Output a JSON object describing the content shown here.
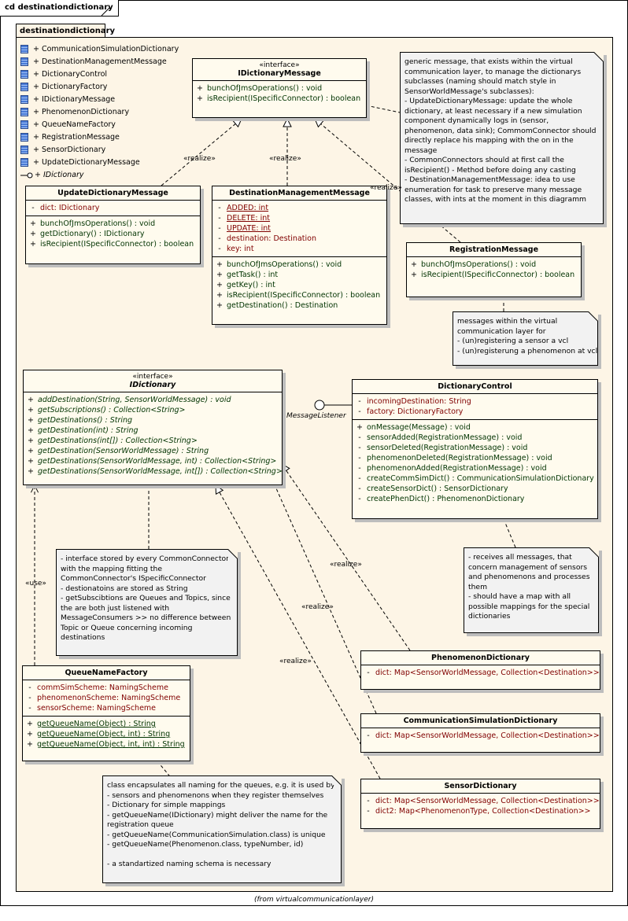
{
  "frame": {
    "title": "cd destinationdictionary"
  },
  "package": {
    "name": "destinationdictionary",
    "caption": "(from virtualcommunicationlayer)",
    "items": [
      "+ CommunicationSimulationDictionary",
      "+ DestinationManagementMessage",
      "+ DictionaryControl",
      "+ DictionaryFactory",
      "+ IDictionaryMessage",
      "+ PhenomenonDictionary",
      "+ QueueNameFactory",
      "+ RegistrationMessage",
      "+ SensorDictionary",
      "+ UpdateDictionaryMessage"
    ],
    "interface_item": "+ IDictionary"
  },
  "classes": {
    "idictionarymessage": {
      "stereotype": "«interface»",
      "name": "IDictionaryMessage",
      "ops": [
        {
          "v": "+",
          "t": "bunchOfJmsOperations() : void"
        },
        {
          "v": "+",
          "t": "isRecipient(ISpecificConnector) : boolean"
        }
      ]
    },
    "updatedictionarymessage": {
      "name": "UpdateDictionaryMessage",
      "attrs": [
        {
          "v": "-",
          "t": "dict:  IDictionary"
        }
      ],
      "ops": [
        {
          "v": "+",
          "t": "bunchOfJmsOperations() : void"
        },
        {
          "v": "+",
          "t": "getDictionary() : IDictionary"
        },
        {
          "v": "+",
          "t": "isRecipient(ISpecificConnector) : boolean"
        }
      ]
    },
    "destinationmanagementmessage": {
      "name": "DestinationManagementMessage",
      "attrs": [
        {
          "v": "-",
          "t": "ADDED:  int",
          "u": true
        },
        {
          "v": "-",
          "t": "DELETE:  int",
          "u": true
        },
        {
          "v": "-",
          "t": "UPDATE:  int",
          "u": true
        },
        {
          "v": "-",
          "t": "destination:  Destination"
        },
        {
          "v": "-",
          "t": "key:  int"
        }
      ],
      "ops": [
        {
          "v": "+",
          "t": "bunchOfJmsOperations() : void"
        },
        {
          "v": "+",
          "t": "getTask() : int"
        },
        {
          "v": "+",
          "t": "getKey() : int"
        },
        {
          "v": "+",
          "t": "isRecipient(ISpecificConnector) : boolean"
        },
        {
          "v": "+",
          "t": "getDestination() : Destination"
        }
      ]
    },
    "registrationmessage": {
      "name": "RegistrationMessage",
      "ops": [
        {
          "v": "+",
          "t": "bunchOfJmsOperations() : void"
        },
        {
          "v": "+",
          "t": "isRecipient(ISpecificConnector) : boolean"
        }
      ]
    },
    "idictionary": {
      "stereotype": "«interface»",
      "name": "IDictionary",
      "ops": [
        {
          "v": "+",
          "t": "addDestination(String, SensorWorldMessage) : void"
        },
        {
          "v": "+",
          "t": "getSubscriptions() : Collection<String>"
        },
        {
          "v": "+",
          "t": "getDestinations() : String"
        },
        {
          "v": "+",
          "t": "getDestination(int) : String"
        },
        {
          "v": "+",
          "t": "getDestinations(int[]) : Collection<String>"
        },
        {
          "v": "+",
          "t": "getDestination(SensorWorldMessage) : String"
        },
        {
          "v": "+",
          "t": "getDestinations(SensorWorldMessage, int) : Collection<String>"
        },
        {
          "v": "+",
          "t": "getDestinations(SensorWorldMessage, int[]) : Collection<String>"
        }
      ]
    },
    "dictionarycontrol": {
      "name": "DictionaryControl",
      "attrs": [
        {
          "v": "-",
          "t": "incomingDestination:  String"
        },
        {
          "v": "-",
          "t": "factory:  DictionaryFactory"
        }
      ],
      "ops": [
        {
          "v": "+",
          "t": "onMessage(Message) : void"
        },
        {
          "v": "-",
          "t": "sensorAdded(RegistrationMessage) : void"
        },
        {
          "v": "-",
          "t": "sensorDeleted(RegistrationMessage) : void"
        },
        {
          "v": "-",
          "t": "phenomenonDeleted(RegistrationMessage) : void"
        },
        {
          "v": "-",
          "t": "phenomenonAdded(RegistrationMessage) : void"
        },
        {
          "v": "-",
          "t": "createCommSimDict() : CommunicationSimulationDictionary"
        },
        {
          "v": "-",
          "t": "createSensorDict() : SensorDictionary"
        },
        {
          "v": "-",
          "t": "createPhenDict() : PhenomenonDictionary"
        }
      ]
    },
    "queuenamefactory": {
      "name": "QueueNameFactory",
      "attrs": [
        {
          "v": "-",
          "t": "commSimScheme:  NamingScheme"
        },
        {
          "v": "-",
          "t": "phenomenonScheme:  NamingScheme"
        },
        {
          "v": "-",
          "t": "sensorScheme:  NamingScheme"
        }
      ],
      "ops": [
        {
          "v": "+",
          "t": "getQueueName(Object) : String",
          "u": true
        },
        {
          "v": "+",
          "t": "getQueueName(Object, int) : String",
          "u": true
        },
        {
          "v": "+",
          "t": "getQueueName(Object, int, int) : String",
          "u": true
        }
      ]
    },
    "phenomenondictionary": {
      "name": "PhenomenonDictionary",
      "attrs": [
        {
          "v": "-",
          "t": "dict:  Map<SensorWorldMessage, Collection<Destination>>"
        }
      ]
    },
    "communicationsimulationdictionary": {
      "name": "CommunicationSimulationDictionary",
      "attrs": [
        {
          "v": "-",
          "t": "dict:  Map<SensorWorldMessage, Collection<Destination>>"
        }
      ]
    },
    "sensordictionary": {
      "name": "SensorDictionary",
      "attrs": [
        {
          "v": "-",
          "t": "dict:  Map<SensorWorldMessage, Collection<Destination>>"
        },
        {
          "v": "-",
          "t": "dict2:  Map<PhenomenonType, Collection<Destination>>"
        }
      ]
    }
  },
  "notes": {
    "generic": [
      "generic message, that exists within the virtual",
      "communication layer, to manage the dictionarys",
      "subclasses (naming should match style in",
      "SensorWorldMessage's subclasses):",
      "- UpdateDictionaryMessage: update the whole",
      "dictionary, at least necessary if a new simulation",
      "component dynamically logs in (sensor,",
      "phenomenon, data sink); CommomConnector should",
      "directly replace his mapping with the on in the",
      "message",
      "- CommonConnectors should at first call the",
      "isRecipient() - Method before doing any casting",
      "- DestinationManagementMessage: idea to use",
      "enumeration for task to preserve many message",
      "classes, with ints at the moment in this diagramm"
    ],
    "vcl": [
      "messages within the virtual",
      "communication layer for",
      "- (un)registering a sensor a vcl",
      "- (un)registerung a phenomenon at vcl"
    ],
    "iface": [
      "- interface stored by every CommonConnector",
      "with the mapping fitting the",
      "CommonConnector's ISpecificConnector",
      "- destionatoins are stored as String",
      "- getSubscibtions are Queues and Topics, since",
      "the are both just listened with",
      "MessageConsumers >> no difference between",
      "Topic or Queue concerning incoming",
      "destinations"
    ],
    "receives": [
      "- receives all messages, that",
      "concern management of sensors",
      "and phenomenons and processes",
      "them",
      "- should have a map with all",
      "possible mappings for the special",
      "dictionaries"
    ],
    "queue": [
      "class encapsulates all naming for the queues, e.g. it is used by",
      "- sensors and phenomenons when they register themselves",
      "- Dictionary for simple mappings",
      "- getQueueName(IDictionary) might deliver the name for the",
      "registration queue",
      "- getQueueName(CommunicationSimulation.class) is unique",
      "- getQueueName(Phenomenon.class, typeNumber, id)",
      "",
      "- a standartized naming schema is necessary"
    ]
  },
  "labels": {
    "realize1": "«realize»",
    "realize2": "«realize»",
    "realize3": "«realize»",
    "realize4": "«realize»",
    "realize5": "«realize»",
    "realize6": "«realize»",
    "use": "«use»",
    "listener": "MessageListener"
  }
}
